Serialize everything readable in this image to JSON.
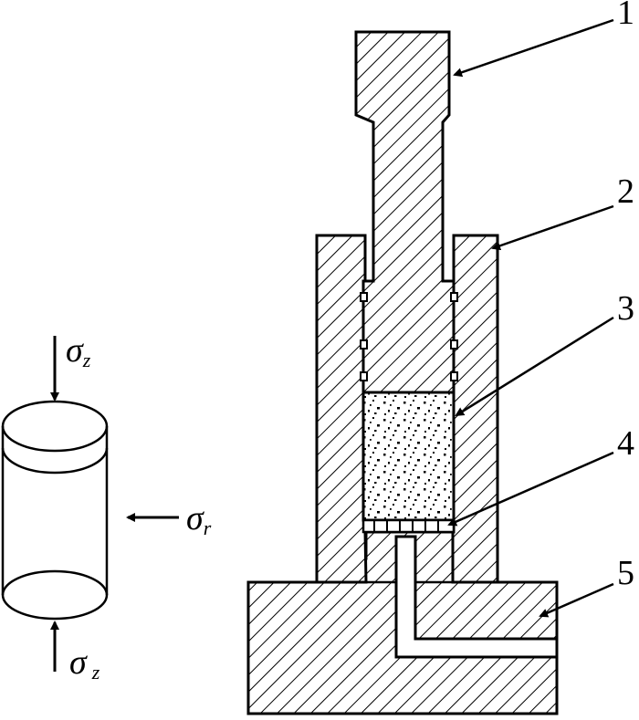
{
  "labels": {
    "piston": "1",
    "cylinder": "2",
    "sample": "3",
    "porous_disc": "4",
    "base": "5"
  },
  "stress_symbols": {
    "axial_top": {
      "base": "σ",
      "sub": "z"
    },
    "radial": {
      "base": "σ",
      "sub": "r"
    },
    "axial_bottom": {
      "base": "σ",
      "sub": "z"
    }
  },
  "colors": {
    "line": "#000000",
    "background": "#ffffff"
  }
}
